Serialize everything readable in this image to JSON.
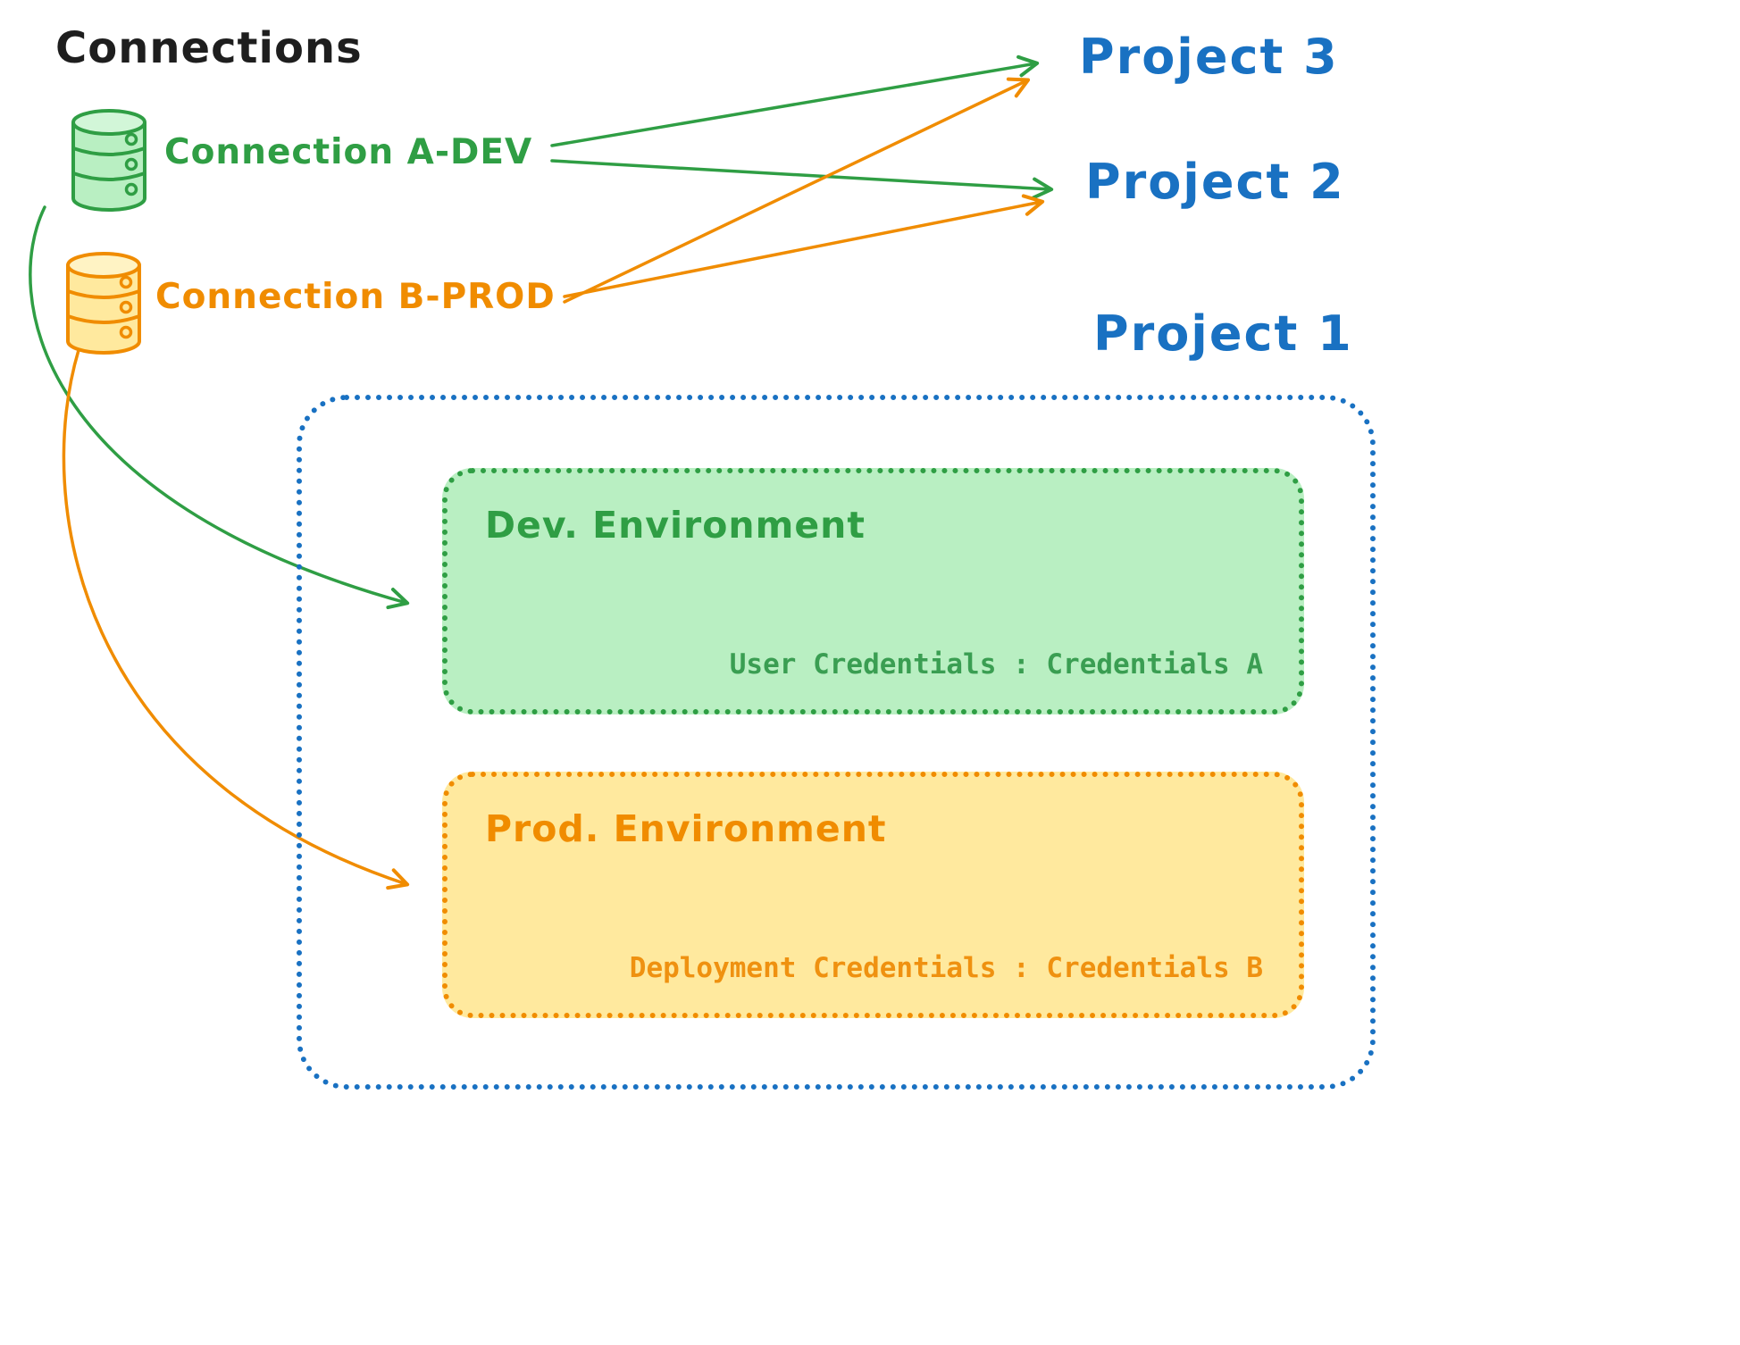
{
  "title": "Connections",
  "connections": {
    "dev": {
      "label": "Connection A-DEV"
    },
    "prod": {
      "label": "Connection B-PROD"
    }
  },
  "projects": {
    "p3": {
      "label": "Project 3"
    },
    "p2": {
      "label": "Project 2"
    },
    "p1": {
      "label": "Project 1"
    }
  },
  "project1": {
    "dev_env": {
      "title": "Dev. Environment",
      "credentials_label": "User Credentials : Credentials A"
    },
    "prod_env": {
      "title": "Prod. Environment",
      "credentials_label": "Deployment Credentials : Credentials B"
    }
  },
  "icons": {
    "dev_database": "database-icon",
    "prod_database": "database-icon"
  },
  "colors": {
    "green": "#2f9e44",
    "green_fill": "#b9efc2",
    "orange": "#f08c00",
    "orange_fill": "#ffe99e",
    "blue": "#1971c2",
    "ink": "#1e1e1e"
  }
}
